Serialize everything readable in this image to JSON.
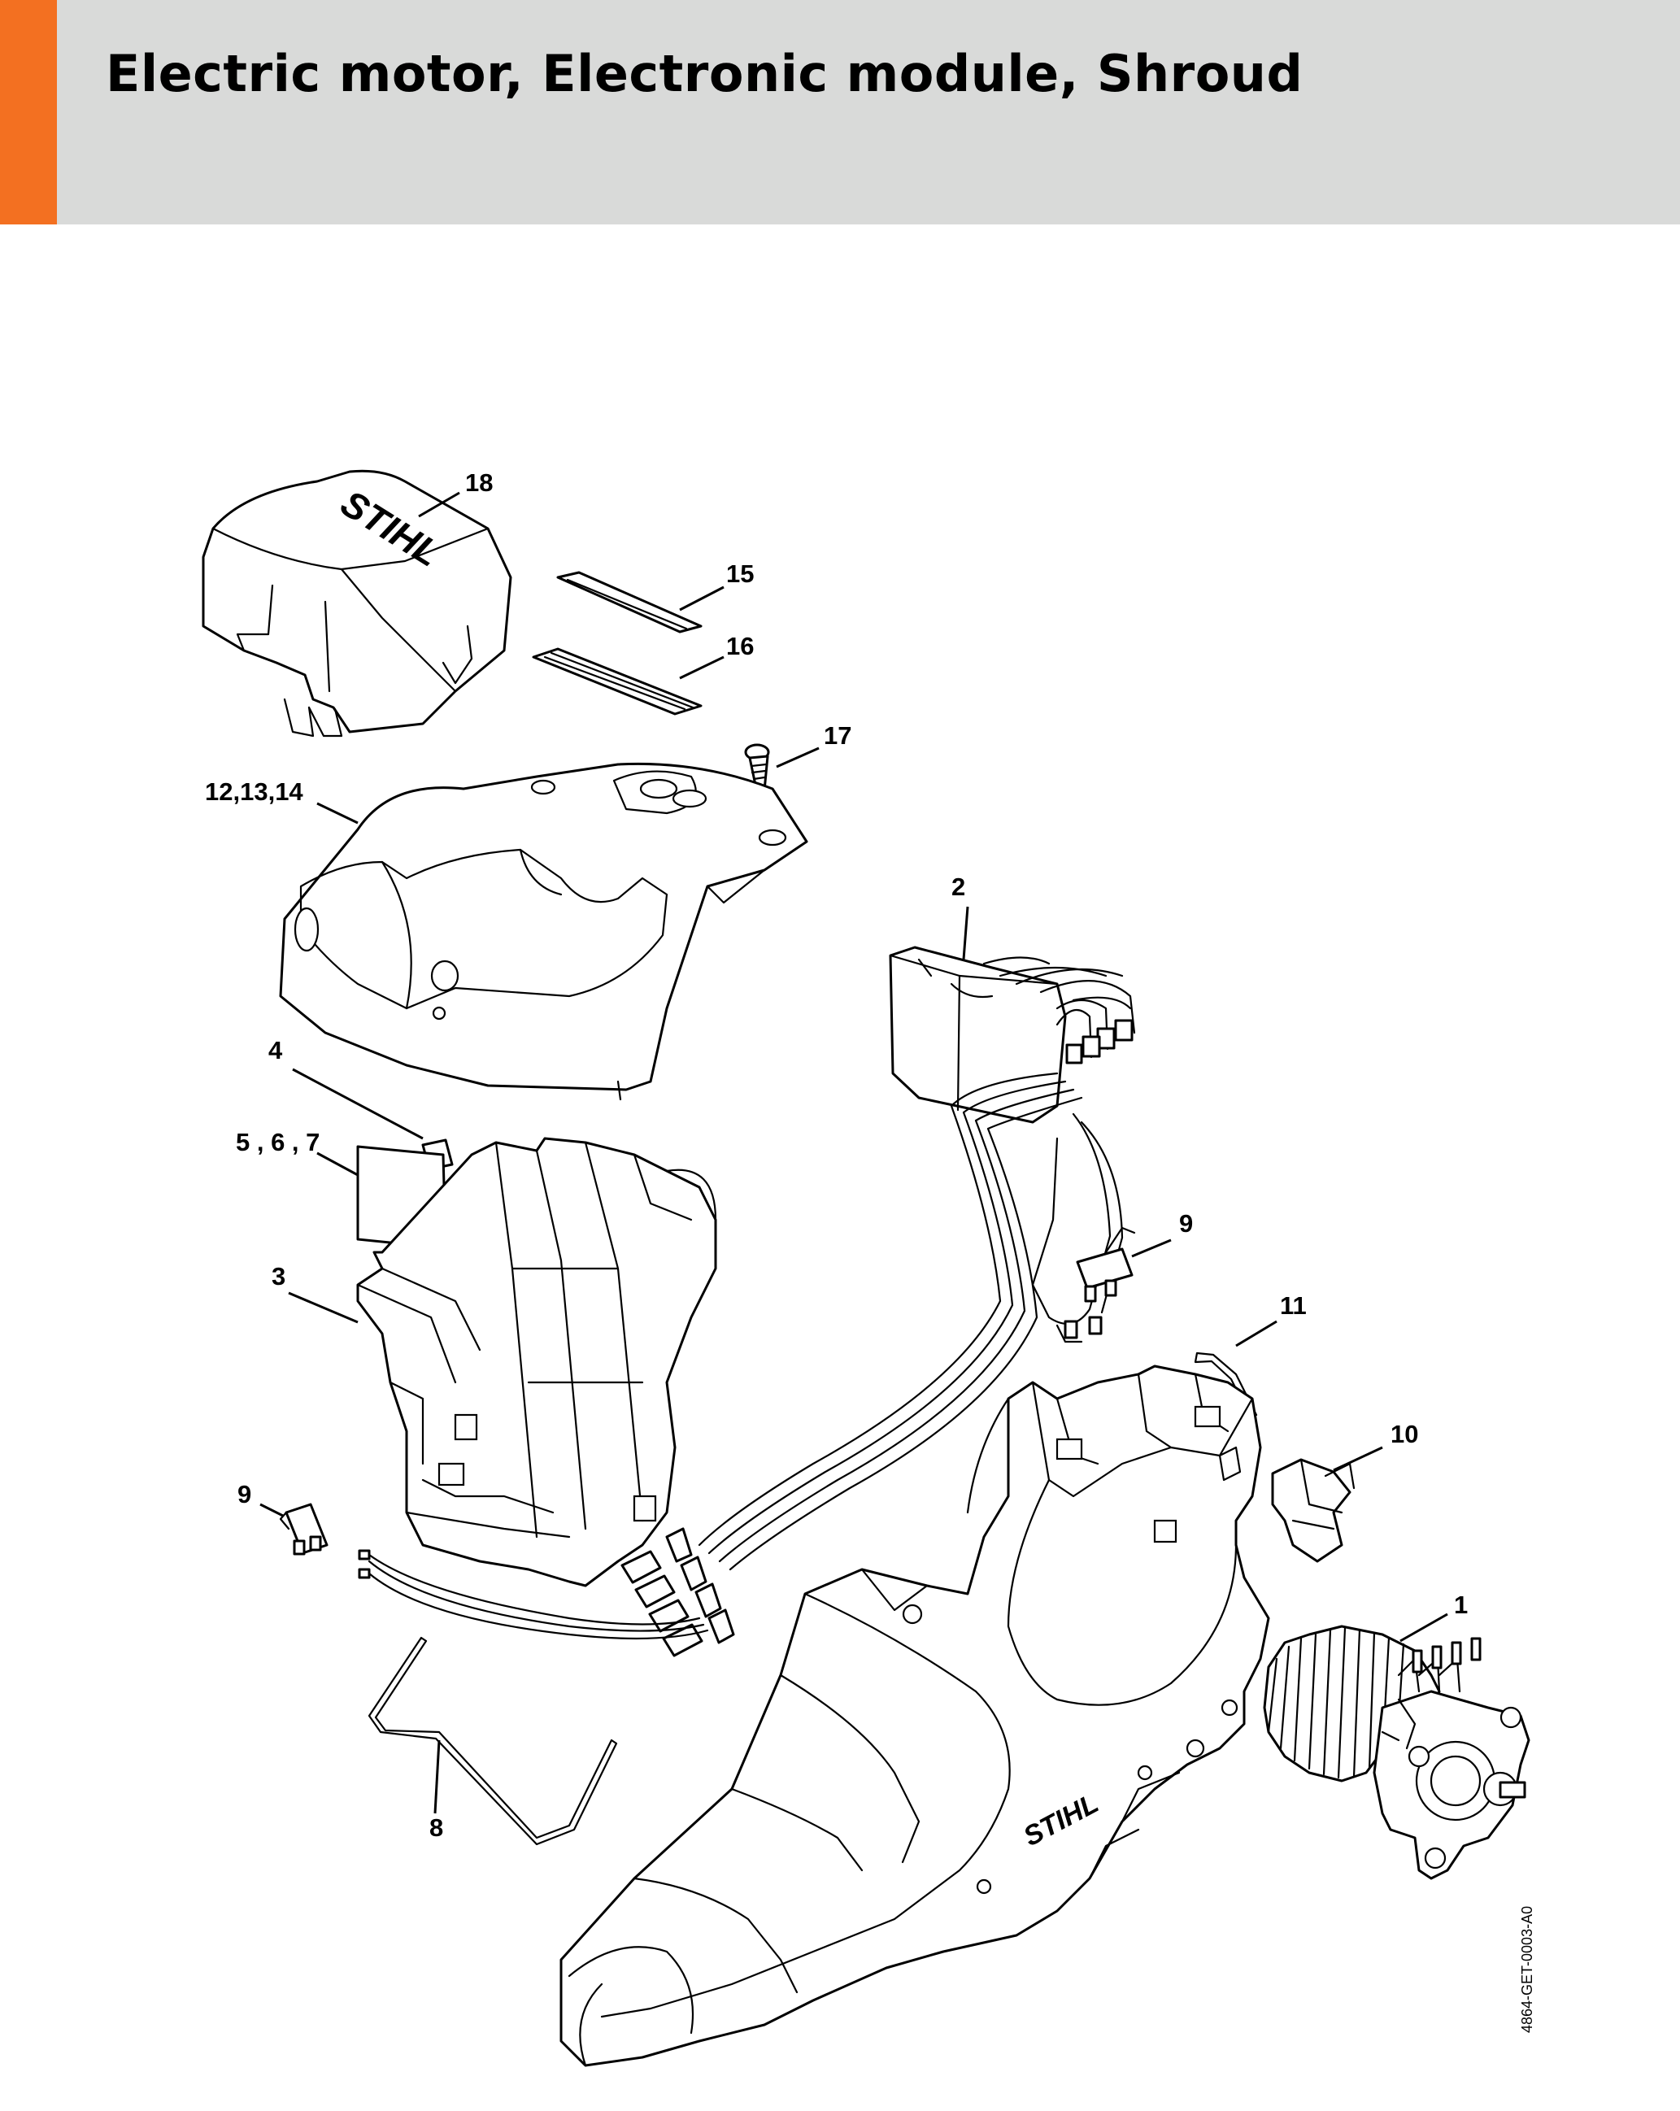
{
  "header": {
    "title": "Electric motor, Electronic module, Shroud",
    "accent_color": "#f37021",
    "background_color": "#d9dad9"
  },
  "diagram": {
    "drawing_reference": "4864-GET-0003-A0",
    "brand_marking": "STIHL",
    "callouts": [
      {
        "id": "c18",
        "label": "18"
      },
      {
        "id": "c15",
        "label": "15"
      },
      {
        "id": "c16",
        "label": "16"
      },
      {
        "id": "c17",
        "label": "17"
      },
      {
        "id": "c12",
        "label": "12,13,14"
      },
      {
        "id": "c2",
        "label": "2"
      },
      {
        "id": "c4",
        "label": "4"
      },
      {
        "id": "c5",
        "label": "5 , 6 , 7"
      },
      {
        "id": "c9a",
        "label": "9"
      },
      {
        "id": "c3",
        "label": "3"
      },
      {
        "id": "c11",
        "label": "11"
      },
      {
        "id": "c10",
        "label": "10"
      },
      {
        "id": "c9b",
        "label": "9"
      },
      {
        "id": "c1",
        "label": "1"
      },
      {
        "id": "c8",
        "label": "8"
      }
    ]
  }
}
